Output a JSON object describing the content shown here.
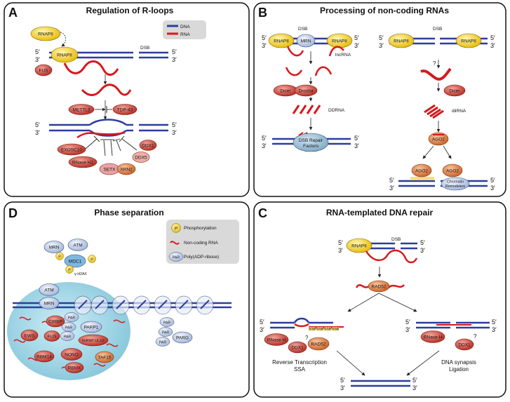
{
  "panels": {
    "A": {
      "letter": "A",
      "title": "Regulation of R-loops"
    },
    "B": {
      "letter": "B",
      "title": "Processing of non-coding RNAs"
    },
    "C": {
      "letter": "C",
      "title": "RNA-templated DNA repair"
    },
    "D": {
      "letter": "D",
      "title": "Phase separation"
    }
  },
  "legend": {
    "dna": "DNA",
    "rna": "RNA"
  },
  "strand_ends": {
    "five": "5′",
    "three": "3′"
  },
  "labels": {
    "rnapii": "RNAPII",
    "dsb": "DSB",
    "fus": "FUS",
    "mettl3": "METTL3",
    "tdp43": "TDP-43",
    "exosc10": "EXOSC10",
    "rnaseh2": "RNase H2",
    "setx": "SETX",
    "xrn2": "XRN2",
    "ddx5": "DDX5",
    "ddx1": "DDX1",
    "mrn": "MRN",
    "lncrna": "lncRNA",
    "dicer": "Dicer",
    "drosha": "Drosha",
    "ddrna": "DDRNA",
    "dsb_repair": "DSB Repair",
    "factors": "Factors",
    "question": "?",
    "dilrna": "dilRNA",
    "ago2": "AGO2",
    "chromatin": "Chromatin",
    "remodelers": "Remodelers",
    "atm": "ATM",
    "mdc1": "MDC1",
    "p": "P",
    "gamma_h2ax": "γ-H2AX",
    "par": "PAR",
    "cirbp": "CIRBP",
    "parp1": "PARP1",
    "ews": "EWS",
    "hnrnp": "hnRNP UL1/2",
    "nono": "NONO",
    "rbm14": "RBM14",
    "rbmx": "RBMX",
    "taf15": "TAF15",
    "parg": "PARG",
    "rad52": "RAD52",
    "rnaseh": "RNase H",
    "ssb": "SSB",
    "rt1": "Reverse Transcription",
    "rt2": "SSA",
    "syn1": "DNA synapsis",
    "syn2": "Ligation"
  },
  "phase_legend": {
    "phos": "Phosphorylation",
    "ncrna": "Non-coding RNA",
    "par": "Poly(ADP-ribose)"
  },
  "colors": {
    "dna": "#2c3e9e",
    "rna": "#d7191c",
    "yellow": "#f5c518",
    "red_protein": "#c0392b",
    "blue_protein": "#b9c9e6",
    "drop": "#a8d8e6",
    "gray_box": "#d9d9d9"
  }
}
